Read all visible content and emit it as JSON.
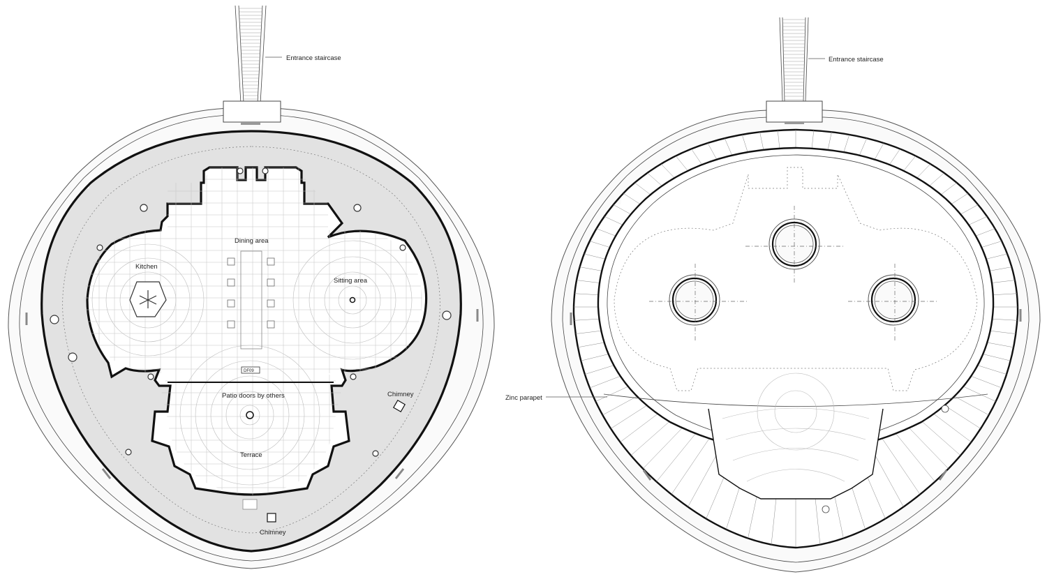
{
  "left_plan": {
    "labels": {
      "entrance": "Entrance staircase",
      "dining": "Dining area",
      "kitchen": "Kitchen",
      "sitting": "Sitting area",
      "patio": "Patio doors by others",
      "chimney_right": "Chimney",
      "terrace": "Terrace",
      "chimney_bottom": "Chimney",
      "tag": "DF09"
    }
  },
  "right_plan": {
    "labels": {
      "entrance": "Entrance staircase",
      "parapet": "Zinc parapet"
    }
  }
}
